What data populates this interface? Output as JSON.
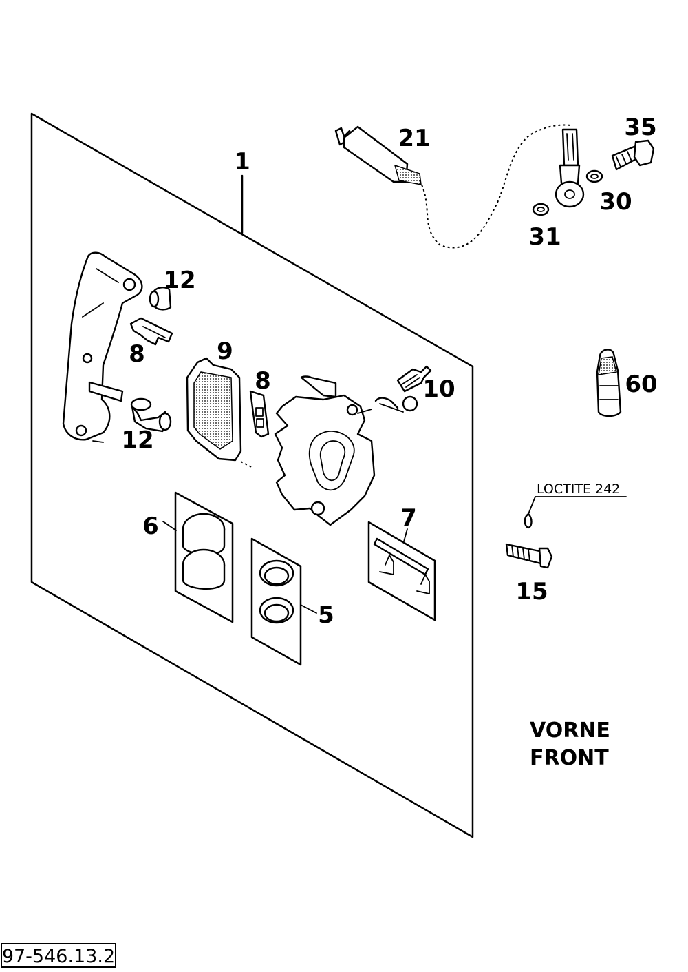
{
  "callouts": {
    "c1": "1",
    "c21": "21",
    "c35": "35",
    "c30": "30",
    "c31": "31",
    "c12a": "12",
    "c8a": "8",
    "c9": "9",
    "c8b": "8",
    "c10": "10",
    "c12b": "12",
    "c60": "60",
    "c6": "6",
    "c7": "7",
    "c5": "5",
    "c15": "15"
  },
  "note": {
    "loctite": "LOCTITE 242"
  },
  "view": {
    "line1": "VORNE",
    "line2": "FRONT"
  },
  "drawing_ref": "97-546.13.2"
}
